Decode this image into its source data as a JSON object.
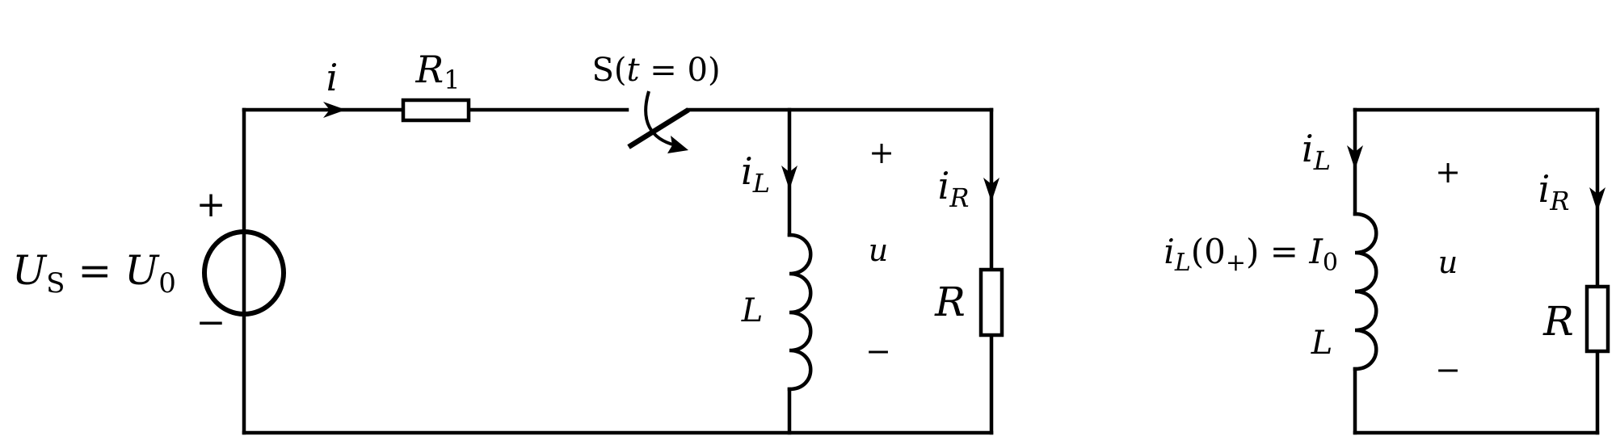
{
  "circuit1": {
    "source_label_main": "U",
    "source_label_sub": "S",
    "source_label_eq": " = ",
    "source_value_main": "U",
    "source_value_sub": "0",
    "source_plus": "+",
    "source_minus": "−",
    "current_i": "i",
    "r1_main": "R",
    "r1_sub": "1",
    "switch_label": "S(",
    "switch_t": "t",
    "switch_eq": " = 0)",
    "il_main": "i",
    "il_sub": "L",
    "inductor_label": "L",
    "voltage_plus": "+",
    "voltage_label": "u",
    "voltage_minus": "−",
    "ir_main": "i",
    "ir_sub": "R",
    "resistor_label": "R"
  },
  "circuit2": {
    "il_main": "i",
    "il_sub": "L",
    "initial_main": "i",
    "initial_sub": "L",
    "initial_paren": "(0",
    "initial_plus": "+",
    "initial_rest": ") = ",
    "initial_value_main": "I",
    "initial_value_sub": "0",
    "inductor_label": "L",
    "voltage_plus": "+",
    "voltage_label": "u",
    "voltage_minus": "−",
    "ir_main": "i",
    "ir_sub": "R",
    "resistor_label": "R"
  }
}
